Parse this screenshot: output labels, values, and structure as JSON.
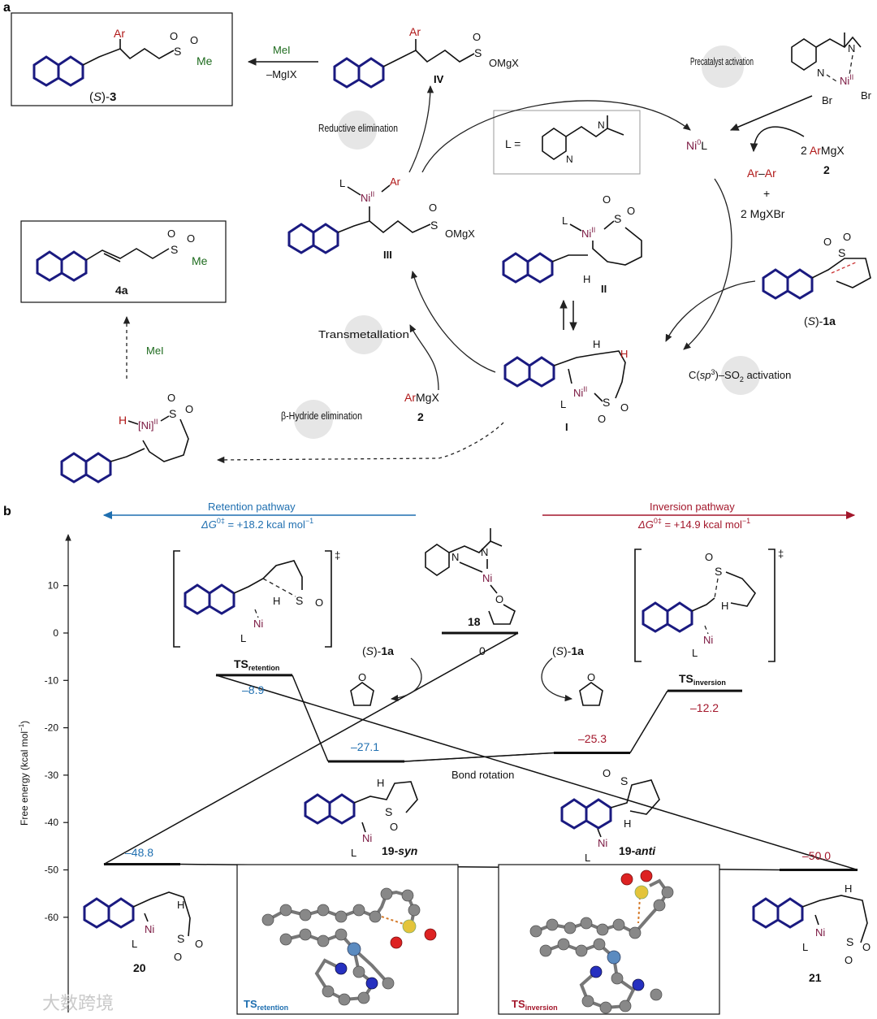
{
  "panel_a": {
    "label": "a",
    "product_top": {
      "ar": "Ar",
      "s": "S",
      "o1": "O",
      "o2": "O",
      "me": "Me",
      "name_pre": "(",
      "name_s": "S",
      "name_post": ")-",
      "name_num": "3"
    },
    "reagent_mei": "MeI",
    "reagent_mgix": "–MgIX",
    "int_IV": {
      "ar": "Ar",
      "s": "S",
      "o": "O",
      "omgx": "OMgX",
      "label": "IV"
    },
    "precatalyst_activation": "Precatalyst activation",
    "precatalyst": {
      "n1": "N",
      "n2": "N",
      "ni": "Ni",
      "ni_ox": "II",
      "br1": "Br",
      "br2": "Br"
    },
    "reductive_elimination": "Reductive elimination",
    "ligand_def": {
      "eq": "L =",
      "n1": "N",
      "n2": "N"
    },
    "ni0l": {
      "ni": "Ni",
      "ox": "0",
      "l": "L"
    },
    "ar_ar": {
      "ar1": "Ar",
      "dash": "–",
      "ar2": "Ar"
    },
    "plus": "+",
    "mgxbr": "2 MgXBr",
    "armgx_2": {
      "coef": "2 ",
      "ar": "Ar",
      "rest": "MgX",
      "num": "2"
    },
    "int_III": {
      "l": "L",
      "ni": "Ni",
      "ox": "II",
      "ar": "Ar",
      "s": "S",
      "o": "O",
      "omgx": "OMgX",
      "label": "III"
    },
    "int_II": {
      "l": "L",
      "ni": "Ni",
      "ox": "II",
      "s": "S",
      "o1": "O",
      "o2": "O",
      "h": "H",
      "label": "II"
    },
    "substrate": {
      "s": "S",
      "o1": "O",
      "o2": "O",
      "name_pre": "(",
      "name_s": "S",
      "name_post": ")-",
      "name_num": "1a"
    },
    "product_4a": {
      "s": "S",
      "o1": "O",
      "o2": "O",
      "me": "Me",
      "label": "4a"
    },
    "transmetallation": "Transmetallation",
    "armgx_bottom": {
      "ar": "Ar",
      "rest": "MgX",
      "num": "2"
    },
    "int_I": {
      "h1": "H",
      "h2": "H",
      "l": "L",
      "ni": "Ni",
      "ox": "II",
      "s": "S",
      "o1": "O",
      "o2": "O",
      "label": "I"
    },
    "csp3_activation": {
      "c": "C(",
      "sp": "sp",
      "three": "3",
      "rest": ")–SO",
      "two": "2",
      "tail": " activation"
    },
    "mei_side": "MeI",
    "beta_hydride": "β-Hydride elimination",
    "hydride_int": {
      "h": "H",
      "ni": "[Ni]",
      "ox": "II",
      "s": "S",
      "o1": "O",
      "o2": "O"
    }
  },
  "panel_b": {
    "label": "b",
    "retention": {
      "title": "Retention pathway",
      "dg_pre": "ΔG",
      "dg_sup": "0‡",
      "dg_val": " = +18.2 kcal mol",
      "dg_unit": "−1"
    },
    "inversion": {
      "title": "Inversion pathway",
      "dg_pre": "ΔG",
      "dg_sup": "0‡",
      "dg_val": " = +14.9 kcal mol",
      "dg_unit": "−1"
    },
    "y_axis_label": "Free energy (kcal mol",
    "y_axis_label_sup": "−1",
    "y_axis_label_close": ")",
    "complex_18": {
      "n1": "N",
      "n2": "N",
      "ni": "Ni",
      "o": "O",
      "label": "18",
      "value": "0"
    },
    "sub_left": {
      "pre": "(",
      "s": "S",
      "post": ")-",
      "num": "1a"
    },
    "sub_right": {
      "pre": "(",
      "s": "S",
      "post": ")-",
      "num": "1a"
    },
    "thf_o_left": "O",
    "thf_o_right": "O",
    "bond_rotation": "Bond rotation",
    "ts_ret": {
      "name": "TS",
      "sub": "retention",
      "value": "–8.9",
      "h": "H",
      "s": "S",
      "o": "O",
      "ni": "Ni",
      "l": "L",
      "dagger": "‡"
    },
    "ts_inv": {
      "name": "TS",
      "sub": "inversion",
      "value": "–12.2",
      "h": "H",
      "s": "S",
      "o": "O",
      "ni": "Ni",
      "l": "L",
      "dagger": "‡"
    },
    "syn": {
      "value": "–27.1",
      "h": "H",
      "s": "S",
      "o": "O",
      "ni": "Ni",
      "l": "L",
      "num": "19-",
      "tag": "syn"
    },
    "anti": {
      "value": "–25.3",
      "h": "H",
      "s": "S",
      "o": "O",
      "ni": "Ni",
      "l": "L",
      "num": "19-",
      "tag": "anti"
    },
    "p20": {
      "value": "–48.8",
      "h": "H",
      "ni": "Ni",
      "l": "L",
      "s": "S",
      "o1": "O",
      "o2": "O",
      "label": "20"
    },
    "p21": {
      "value": "–50.0",
      "h": "H",
      "ni": "Ni",
      "l": "L",
      "s": "S",
      "o1": "O",
      "o2": "O",
      "label": "21"
    },
    "inset_ret": {
      "name": "TS",
      "sub": "retention"
    },
    "inset_inv": {
      "name": "TS",
      "sub": "inversion"
    },
    "watermark": "大数跨境"
  },
  "chart_data": {
    "type": "line",
    "title": "",
    "xlabel": "",
    "ylabel": "Free energy (kcal mol−1)",
    "ylim": [
      -70,
      18
    ],
    "yticks": [
      10,
      0,
      -10,
      -20,
      -30,
      -40,
      -50,
      -60
    ],
    "series": [
      {
        "name": "Retention pathway",
        "states": [
          "20",
          "TSretention",
          "19-syn",
          "18"
        ],
        "values": [
          -48.8,
          -8.9,
          -27.1,
          0
        ]
      },
      {
        "name": "Inversion pathway",
        "states": [
          "18",
          "19-anti",
          "TSinversion",
          "21"
        ],
        "values": [
          0,
          -25.3,
          -12.2,
          -50.0
        ]
      }
    ],
    "colors": {
      "retention": "#1f6fb0",
      "inversion": "#a3172b",
      "ni": "#7a1740",
      "ar": "#b01818",
      "me": "#1e6b1e",
      "aromatic_bond": "#1a1a80"
    }
  }
}
